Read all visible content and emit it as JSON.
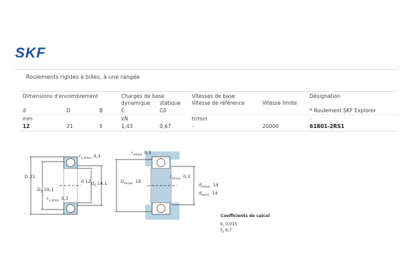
{
  "brand": "SKF",
  "subtitle": "Roulements rigides à billes, à une rangée",
  "table": {
    "groups": {
      "dims": "Dimensions d'encombrement",
      "charges": "Charges de base",
      "vitesses": "Vitesses de base",
      "designation": "Désignation"
    },
    "sub": {
      "dyn": "dynamique",
      "stat": "statique",
      "ref": "Vitesse de référence",
      "lim": "Vitesse limite"
    },
    "cols": {
      "d": "d",
      "D": "D",
      "B": "B",
      "C": "C",
      "C0": "C0",
      "explorer": "* Roulement SKF Explorer"
    },
    "units": {
      "mm": "mm",
      "kN": "kN",
      "speed": "tr/min",
      "des": "-"
    },
    "row": {
      "d": "12",
      "D": "21",
      "B": "5",
      "C": "1,43",
      "C0": "0,67",
      "ref": "-",
      "lim": "20000",
      "des": "61801-2RS1"
    }
  },
  "drawing1": {
    "D": "D 21",
    "D2": "19,1",
    "D2l": "D",
    "d": "d 12",
    "d2": "14,1",
    "d2l": "d",
    "r12top": "0,3",
    "r12bot": "0,3",
    "rlabel": "r",
    "rsub": "1,2min"
  },
  "drawing2": {
    "ra": "0,3",
    "rlabel": "r",
    "rsub": "amax",
    "Da": "19",
    "Dal": "D",
    "Dasub": "amax",
    "ra2": "0,3",
    "damax": "14",
    "damin": "14",
    "dl": "d",
    "dasub1": "amax",
    "dasub2": "amin"
  },
  "coef": {
    "title": "Coefficients de calcul",
    "kr_label": "k",
    "kr_sub": "r",
    "kr": "0,015",
    "f0_label": "f",
    "f0_sub": "0",
    "f0": "9,7"
  }
}
